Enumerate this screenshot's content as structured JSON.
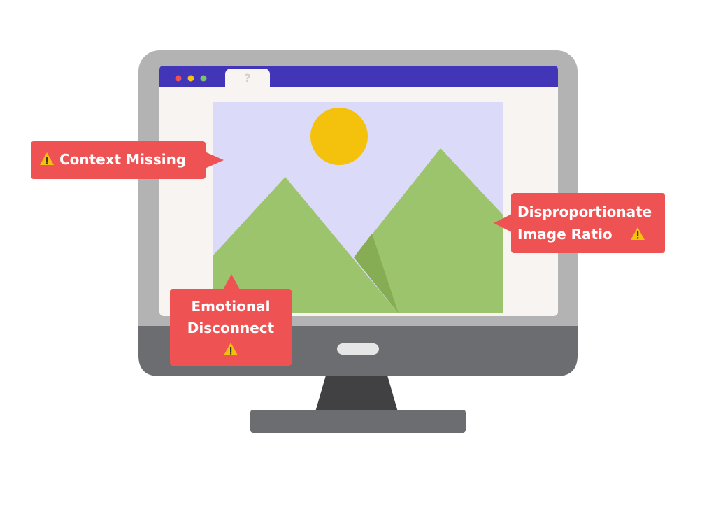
{
  "browser": {
    "tab_label": "?"
  },
  "callouts": {
    "context_missing": "Context Missing",
    "emotional_line1": "Emotional",
    "emotional_line2": "Disconnect",
    "ratio_line1": "Disproportionate",
    "ratio_line2": "Image Ratio"
  },
  "icons": {
    "window_dots": [
      "red-dot",
      "yellow-dot",
      "green-dot"
    ],
    "warning": "warning-icon",
    "sun": "sun-icon",
    "mountains": "mountains-icon"
  },
  "colors": {
    "callout": "#ee5253",
    "browser_bar": "#4235b8",
    "monitor_frame": "#b3b3b3",
    "monitor_chin": "#6c6d70",
    "sky": "#dcdaf9",
    "sun": "#f4c20d",
    "mountain": "#9bc46c",
    "warning": "#f4c20d"
  }
}
